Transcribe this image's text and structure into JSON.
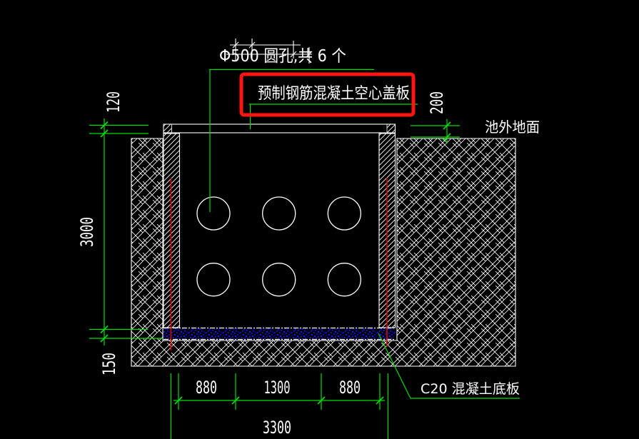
{
  "drawing": {
    "annotations": {
      "hole_note": "Φ500 圆孔,共 6 个",
      "cover_label": "预制钢筋混凝土空心盖板",
      "ground_label": "池外地面",
      "slab_label": "C20  混凝土底板"
    },
    "dimensions": {
      "cover_thickness": "120",
      "pool_inner_height": "3000",
      "base_thickness": "150",
      "cover_above_ground": "200",
      "span_left": "880",
      "span_middle": "1300",
      "span_right": "880",
      "span_total": "3300"
    },
    "holes": {
      "count": 6,
      "rows": 2,
      "cols": 3,
      "diameter_label": "Φ500"
    },
    "colors": {
      "background": "#000000",
      "structure_line": "#FFFFFF",
      "dimension_line": "#00DD00",
      "highlight_box": "#FF1414",
      "marker_line": "#E00000",
      "cushion_fill": "#1A1AFF",
      "ground_text": "#00FFFF"
    }
  }
}
